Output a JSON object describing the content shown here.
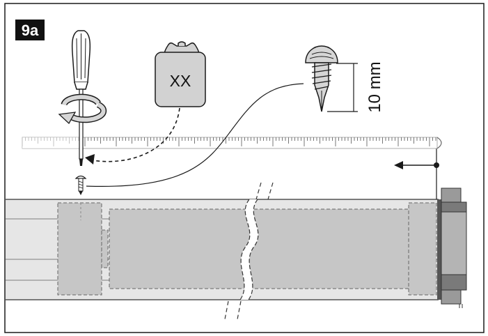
{
  "figure": {
    "step_label": "9a",
    "tag_text": "XX",
    "dimension_text": "10 mm"
  },
  "colors": {
    "frame": "#1a1a1a",
    "tube_fill": "#e6e6e6",
    "tube_line": "#7d7d7d",
    "shaded_region": "#c6c6c6",
    "end_cap": "#a8a8a8",
    "tag_fill": "#d2d2d2"
  },
  "icons": [
    "screwdriver-icon",
    "rotate-arrow-icon",
    "tag-icon",
    "screw-icon",
    "measuring-tape-icon",
    "arrow-left-icon"
  ]
}
